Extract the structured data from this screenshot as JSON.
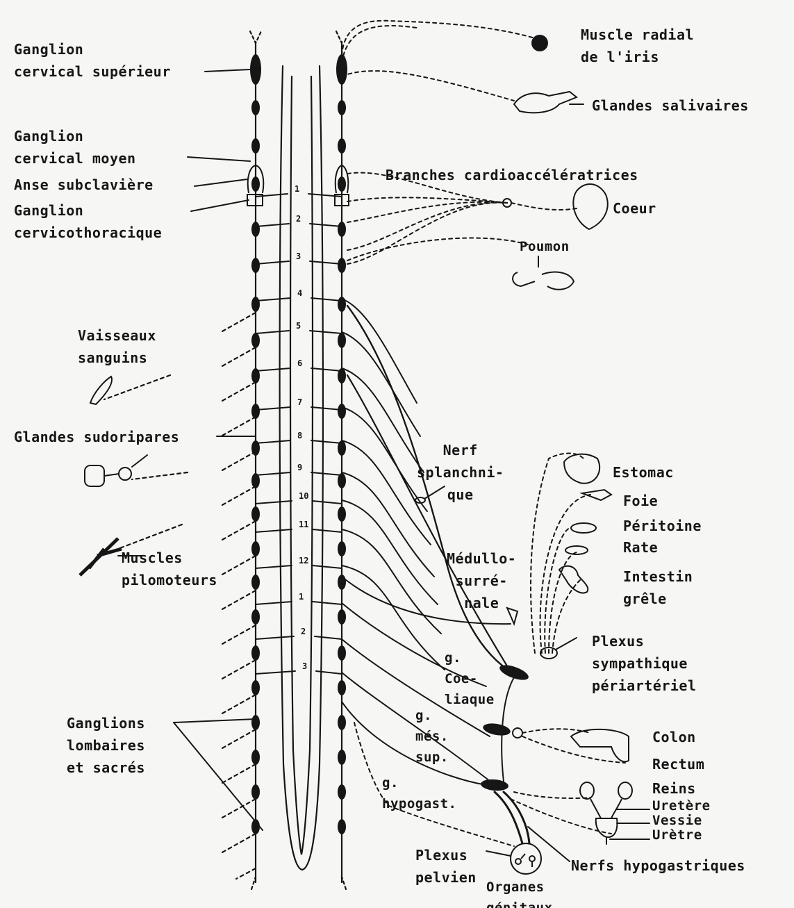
{
  "labels": {
    "ganglion_cervical_superieur": "Ganglion\ncervical supérieur",
    "ganglion_cervical_moyen": "Ganglion\ncervical moyen",
    "anse_subclaviere": "Anse subclavière",
    "ganglion_cervicothoracique": "Ganglion\ncervicothoracique",
    "vaisseaux_sanguins": "Vaisseaux\nsanguins",
    "glandes_sudoripares": "Glandes sudoripares",
    "muscles_pilomoteurs": "Muscles\npilomoteurs",
    "ganglions_lombaires": "Ganglions\nlombaires\net sacrés",
    "muscle_radial": "Muscle radial\nde l'iris",
    "glandes_salivaires": "Glandes salivaires",
    "branches_cardio": "Branches cardioaccélératrices",
    "coeur": "Coeur",
    "poumon": "Poumon",
    "nerf_splanchnique": "Nerf\nsplanchni-\nque",
    "estomac": "Estomac",
    "foie": "Foie",
    "peritoine": "Péritoine",
    "rate": "Rate",
    "intestin_grele": "Intestin\ngrêle",
    "medullo_surrenale": "Médullo-\nsurré-\nnale",
    "plexus_sympathique": "Plexus\nsympathique\npériartériel",
    "g_coeliaque": "g.\nCoe-\nliaque",
    "g_mes_sup": "g.\nmés.\nsup.",
    "g_hypogast": "g.\nhypogast.",
    "colon": "Colon",
    "rectum": "Rectum",
    "reins": "Reins",
    "uretere": "Uretère",
    "vessie": "Vessie",
    "uretre": "Urètre",
    "plexus_pelvien": "Plexus\npelvien",
    "organes_genitaux": "Organes\ngénitaux",
    "nerfs_hypogastriques": "Nerfs hypogastriques"
  },
  "segment_numbers": [
    "1",
    "2",
    "3",
    "4",
    "5",
    "6",
    "7",
    "8",
    "9",
    "10",
    "11",
    "12",
    "1",
    "2",
    "3"
  ],
  "colors": {
    "ink": "#161616",
    "paper": "#f6f6f4"
  }
}
